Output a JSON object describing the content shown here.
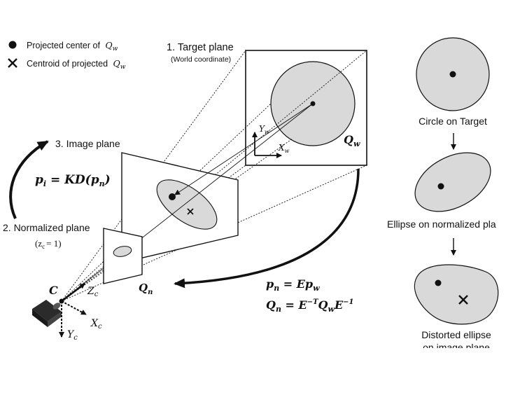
{
  "legend": {
    "dot_label": "Projected center of",
    "cross_label": "Centroid of projected",
    "q_symbol": "Q",
    "q_sub": "w"
  },
  "target_plane": {
    "title": "1. Target plane",
    "subtitle": "(World coordinate)",
    "axis_y": "Y",
    "axis_y_sub": "w",
    "axis_x": "X",
    "axis_x_sub": "w",
    "shape_label": "Q",
    "shape_sub": "w"
  },
  "image_plane": {
    "title": "3. Image plane",
    "equation_lhs": "p",
    "equation_lhs_sub": "i",
    "equation_rhs": " = KD(p",
    "equation_rhs_sub": "n",
    "equation_close": ")"
  },
  "normalized_plane": {
    "title": "2. Normalized plane",
    "condition_open": "(z",
    "condition_sub": "c",
    "condition_close": "= 1)",
    "shape_label": "Q",
    "shape_sub": "n"
  },
  "camera": {
    "center": "C",
    "z_axis": "Z",
    "z_sub": "c",
    "x_axis": "X",
    "x_sub": "c",
    "y_axis": "Y",
    "y_sub": "c"
  },
  "equations": {
    "pn_lhs": "p",
    "pn_lhs_sub": "n",
    "pn_rhs": " = Ep",
    "pn_rhs_sub": "w",
    "qn_lhs": "Q",
    "qn_lhs_sub": "n",
    "qn_mid1": " = E",
    "qn_sup": "−T",
    "qn_q": "Q",
    "qn_q_sub": "w",
    "qn_e": "E",
    "qn_sup2": "−1"
  },
  "panels": {
    "circle_label": "Circle on Target",
    "ellipse_label": "Ellipse on normalized pla",
    "distorted_label_1": "Distorted ellipse",
    "distorted_label_2": "on image plane"
  },
  "colors": {
    "shape_fill": "#d9d9d9",
    "stroke": "#111111"
  }
}
